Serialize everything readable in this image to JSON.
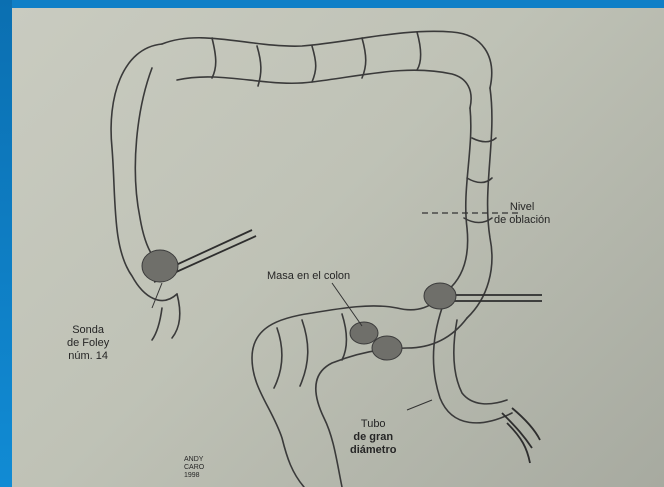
{
  "labels": {
    "nivel_line1": "Nivel",
    "nivel_line2": "de oblación",
    "masa": "Masa en el colon",
    "sonda_line1": "Sonda",
    "sonda_line2": "de Foley",
    "sonda_line3": "núm. 14",
    "tubo_line1": "Tubo",
    "tubo_line2": "de gran",
    "tubo_line3": "diámetro"
  },
  "signature": "ANDY CARO 1998",
  "colors": {
    "slide_background": "#0f7fc7",
    "paper": "#c4c6bb",
    "ink": "#2a2a2a"
  }
}
